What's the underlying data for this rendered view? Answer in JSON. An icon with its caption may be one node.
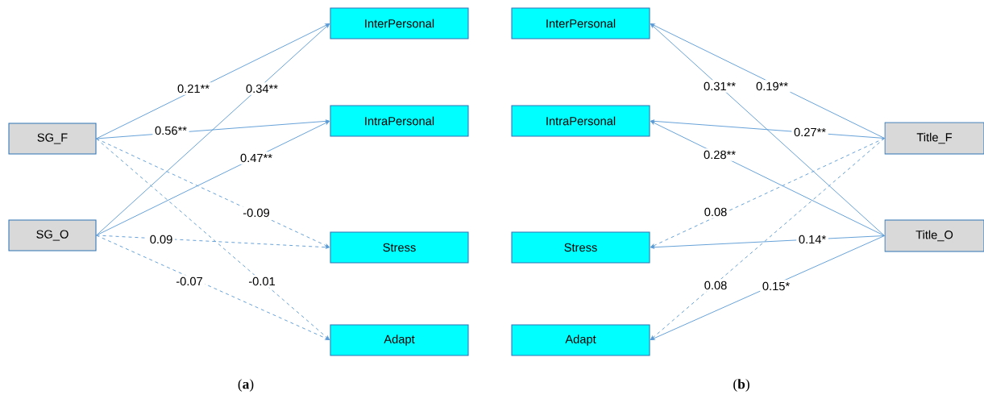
{
  "diagram": {
    "nodes": [
      {
        "text": [
          "SG_F"
        ]
      },
      {
        "text": [
          "SG_O"
        ]
      },
      {
        "text": [
          "InterPersonal"
        ]
      },
      {
        "text": [
          "IntraPersonal"
        ]
      },
      {
        "text": [
          "Stress"
        ]
      },
      {
        "text": [
          "Adapt"
        ]
      },
      {
        "text": [
          "InterPersonal"
        ]
      },
      {
        "text": [
          "IntraPersonal"
        ]
      },
      {
        "text": [
          "Stress"
        ]
      },
      {
        "text": [
          "Adapt"
        ]
      },
      {
        "text": [
          "Title_F"
        ]
      },
      {
        "text": [
          "Title_O"
        ]
      }
    ],
    "edges": [
      {
        "from": 0,
        "to": 2,
        "arrow": "to",
        "label": "0.21**"
      },
      {
        "from": 1,
        "to": 2,
        "arrow": "to",
        "label": "0.34**"
      },
      {
        "from": 0,
        "to": 3,
        "arrow": "to",
        "label": "0.56**"
      },
      {
        "from": 1,
        "to": 3,
        "arrow": "to",
        "label": "0.47**"
      },
      {
        "from": 0,
        "to": 4,
        "arrow": "to",
        "label": "-0.09",
        "style": "dashed"
      },
      {
        "from": 1,
        "to": 4,
        "arrow": "to",
        "label": "0.09",
        "style": "dashed"
      },
      {
        "from": 1,
        "to": 5,
        "arrow": "to",
        "label": "-0.07",
        "style": "dashed"
      },
      {
        "from": 0,
        "to": 5,
        "arrow": "to",
        "label": "-0.01",
        "style": "dashed"
      },
      {
        "from": 11,
        "to": 6,
        "arrow": "to",
        "label": "0.31**"
      },
      {
        "from": 10,
        "to": 6,
        "arrow": "to",
        "label": "0.19**"
      },
      {
        "from": 10,
        "to": 7,
        "arrow": "to",
        "label": "0.27**"
      },
      {
        "from": 11,
        "to": 7,
        "arrow": "to",
        "label": "0.28**"
      },
      {
        "from": 10,
        "to": 8,
        "arrow": "to",
        "label": "0.08",
        "style": "dashed"
      },
      {
        "from": 11,
        "to": 8,
        "arrow": "to",
        "label": "0.14*"
      },
      {
        "from": 10,
        "to": 9,
        "arrow": "to",
        "label": "0.08",
        "style": "dashed"
      },
      {
        "from": 11,
        "to": 9,
        "arrow": "to",
        "label": "0.15*"
      }
    ],
    "labels": [
      "(**a**)",
      "(**b**)"
    ]
  }
}
